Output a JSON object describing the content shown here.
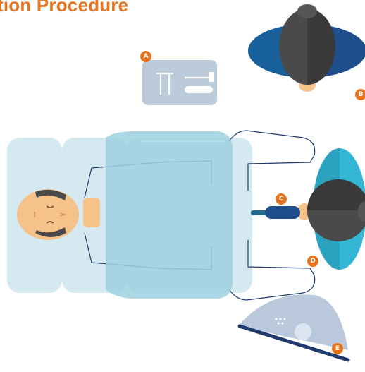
{
  "title": "tion Procedure",
  "labels": {
    "a": "A",
    "b": "B",
    "c": "C",
    "d": "D",
    "e": "E"
  },
  "colors": {
    "accent": "#e8731c",
    "table": "#d4e9f0",
    "drape": "#9dd0df",
    "staff_top": "#1f4e8c",
    "staff_side": "#33b7d4",
    "hair": "#4a4a4a",
    "skin": "#f5c28a",
    "tray": "#bccbd9",
    "monitor": "#b9c8da",
    "monitor_edge": "#1f3a6b"
  }
}
